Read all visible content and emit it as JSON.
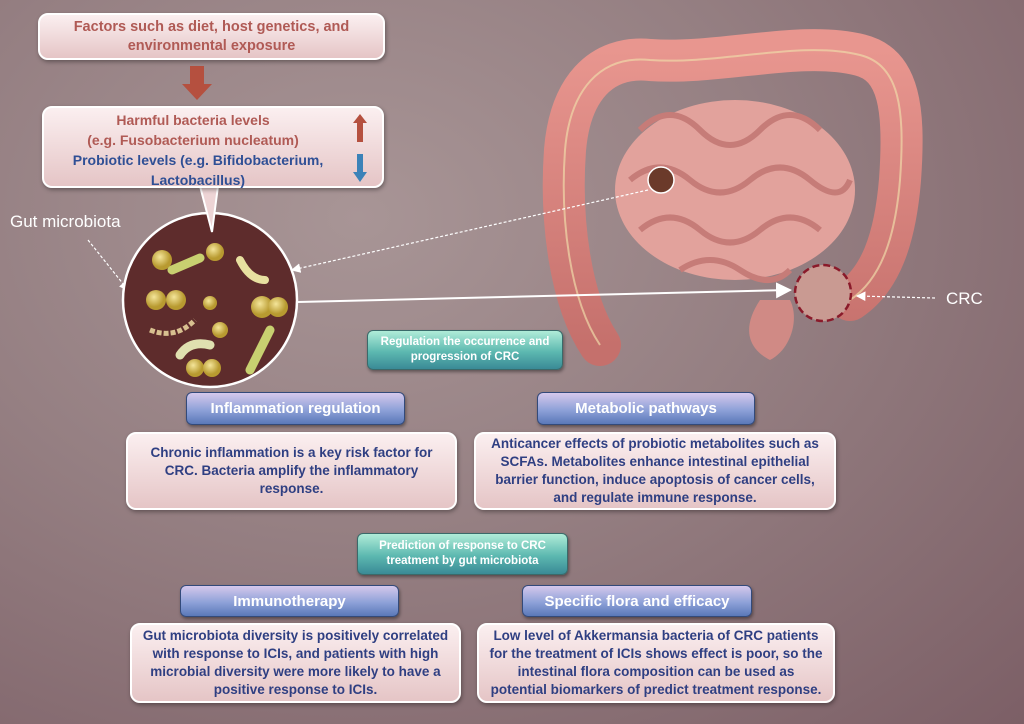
{
  "factors": "Factors such as diet, host genetics, and environmental exposure",
  "harmful_line1": "Harmful bacteria levels",
  "harmful_line2": "(e.g. Fusobacterium nucleatum)",
  "probiotic_line1": "Probiotic levels (e.g. Bifidobacterium,",
  "probiotic_line2": "Lactobacillus)",
  "gut_label": "Gut microbiota",
  "crc_label": "CRC",
  "section1": {
    "title": "Regulation the occurrence and progression of CRC",
    "left": {
      "header": "Inflammation regulation",
      "text": "Chronic inflammation is a key risk factor for CRC. Bacteria amplify the inflammatory response."
    },
    "right": {
      "header": "Metabolic pathways",
      "text": "Anticancer effects of probiotic metabolites such as SCFAs. Metabolites enhance intestinal epithelial barrier function, induce apoptosis of cancer cells, and regulate immune response."
    }
  },
  "section2": {
    "title": "Prediction of response to CRC treatment by gut microbiota",
    "left": {
      "header": "Immunotherapy",
      "text": "Gut microbiota diversity is positively correlated with response to ICIs, and patients with high microbial diversity were more likely to have a positive response to ICIs."
    },
    "right": {
      "header": "Specific flora and efficacy",
      "text": "Low level of Akkermansia bacteria of CRC patients for the treatment of ICIs shows effect is poor, so the intestinal flora composition can be used as potential biomarkers of predict treatment response."
    }
  },
  "colors": {
    "harmful": "#b05a55",
    "probiotic": "#2f4f95",
    "up_arrow": "#b5503f",
    "down_arrow": "#3b82b8"
  }
}
